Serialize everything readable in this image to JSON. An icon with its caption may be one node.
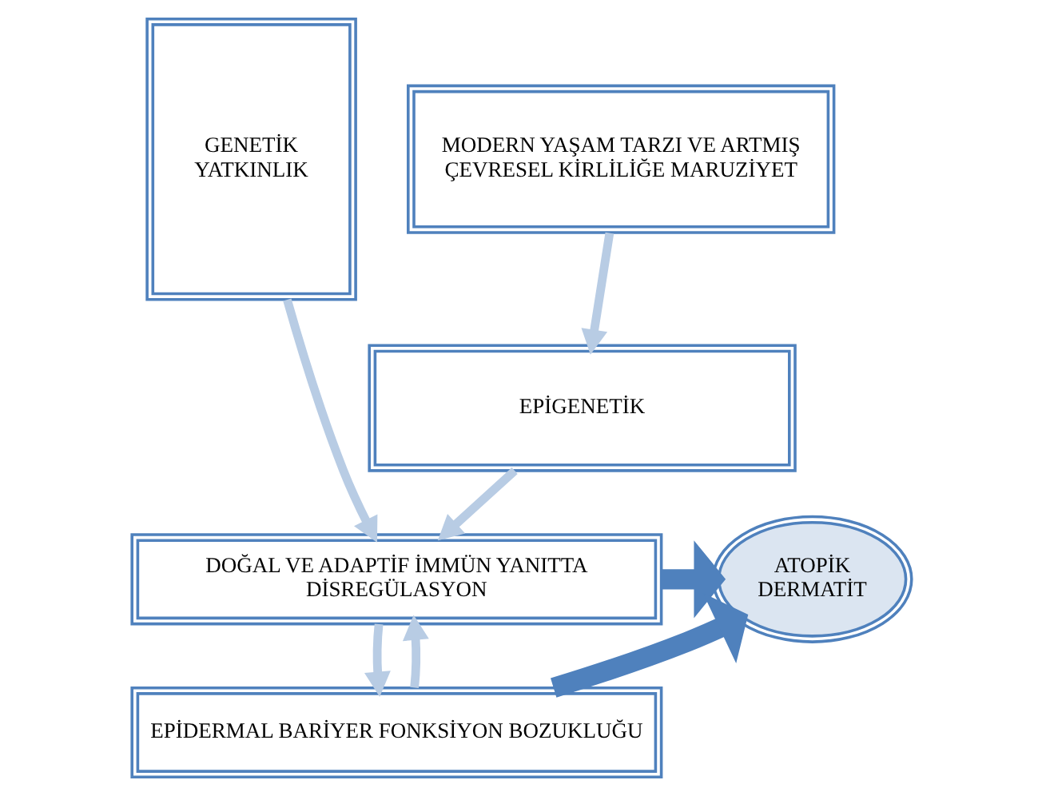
{
  "diagram": {
    "nodes": [
      {
        "text": [
          "GENETİK YATKINLIK"
        ]
      },
      {
        "text": [
          "MODERN YAŞAM TARZI VE ARTMIŞ ÇEVRESEL KİRLİLİĞE MARUZİYET"
        ]
      },
      {
        "text": [
          "EPİGENETİK"
        ]
      },
      {
        "text": [
          "DOĞAL VE ADAPTİF İMMÜN YANITTA DİSREGÜLASYON"
        ]
      },
      {
        "text": [
          "EPİDERMAL BARİYER FONKSİYON BOZUKLUĞU"
        ]
      },
      {
        "text": [
          "ATOPİK DERMATİT"
        ]
      }
    ],
    "edges": [
      {
        "from": 1,
        "to": 2,
        "arrow": "to"
      },
      {
        "from": 0,
        "to": 3,
        "arrow": "to"
      },
      {
        "from": 2,
        "to": 3,
        "arrow": "to"
      },
      {
        "from": 3,
        "to": 4,
        "arrow": "to"
      },
      {
        "from": 4,
        "to": 3,
        "arrow": "to"
      },
      {
        "from": 3,
        "to": 5,
        "arrow": "to",
        "style": "thick",
        "color": "#4f81bd"
      },
      {
        "from": 4,
        "to": 5,
        "arrow": "to",
        "style": "thick",
        "color": "#4f81bd"
      }
    ]
  }
}
